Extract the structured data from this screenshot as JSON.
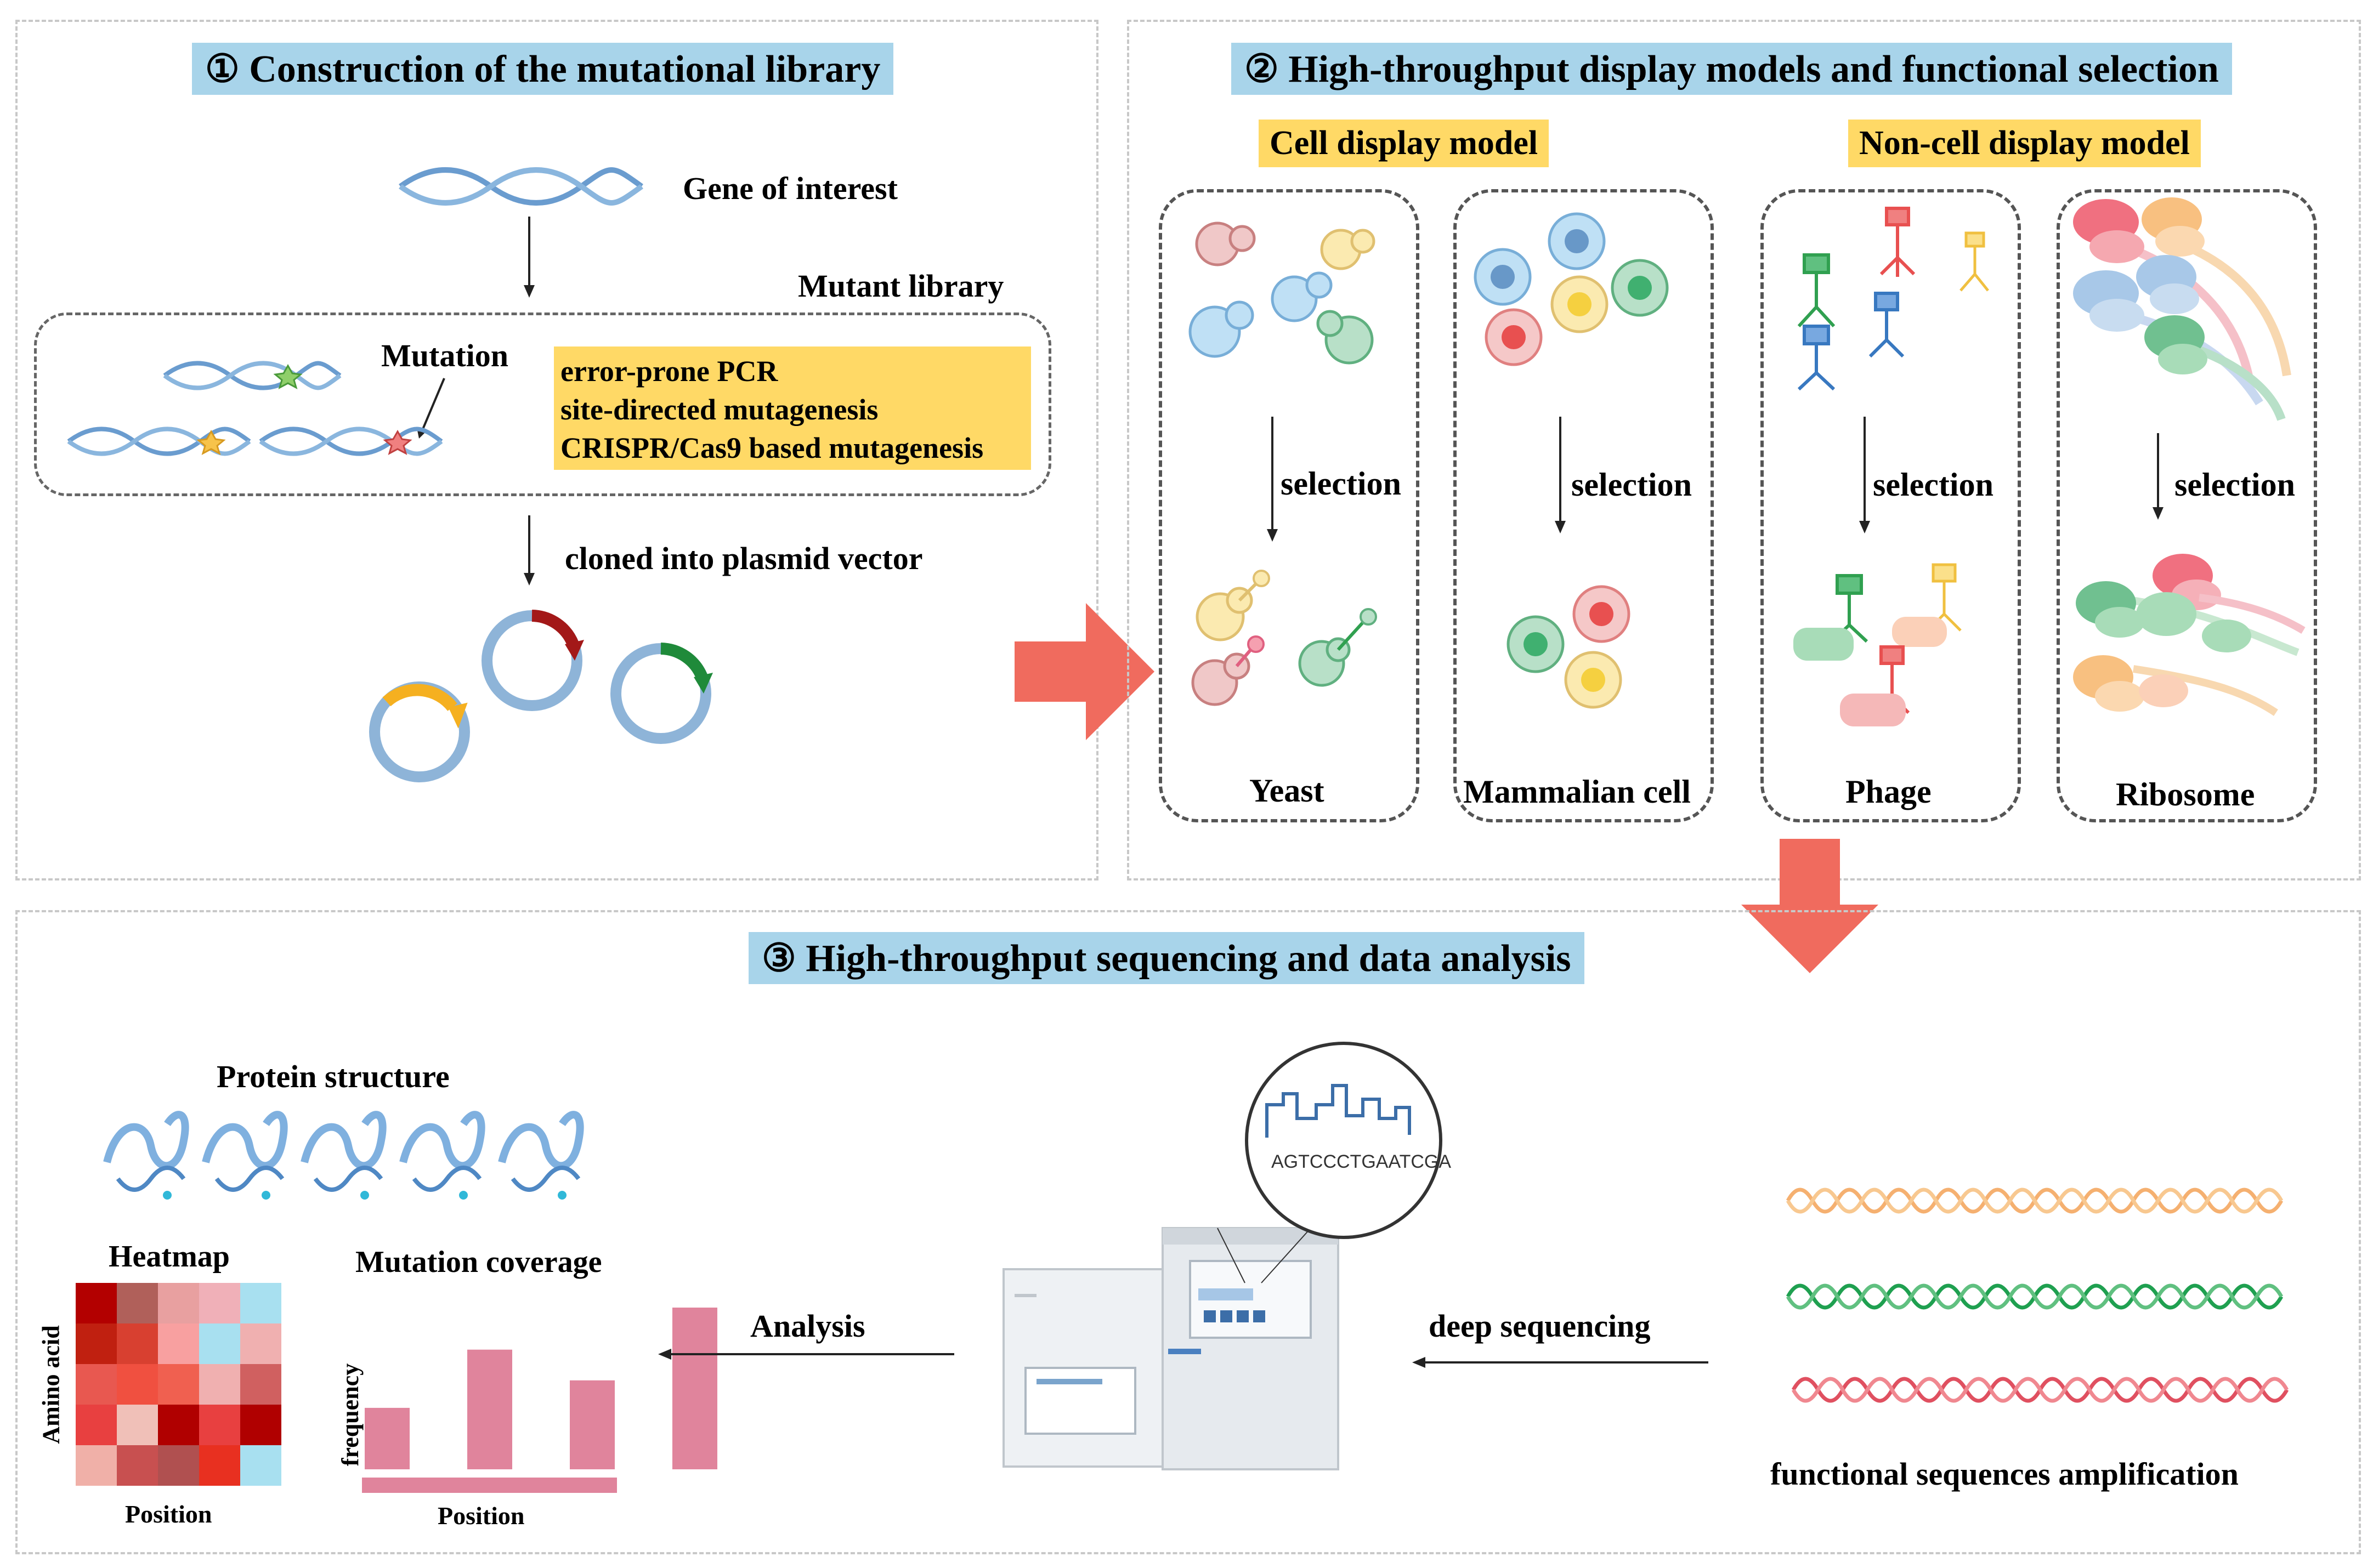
{
  "section1": {
    "title": "① Construction of the mutational library",
    "gene_label": "Gene of interest",
    "library_label": "Mutant library",
    "mutation_label": "Mutation",
    "methods": [
      "error-prone PCR",
      "site-directed mutagenesis",
      "CRISPR/Cas9 based mutagenesis"
    ],
    "cloned_label": "cloned into plasmid vector"
  },
  "section2": {
    "title": "② High-throughput display models and functional selection",
    "cell_header": "Cell display model",
    "noncell_header": "Non-cell display model",
    "models": [
      {
        "name": "Yeast",
        "arrow_label": "selection"
      },
      {
        "name": "Mammalian cell",
        "arrow_label": "selection"
      },
      {
        "name": "Phage",
        "arrow_label": "selection"
      },
      {
        "name": "Ribosome",
        "arrow_label": "selection"
      }
    ]
  },
  "section3": {
    "title": "③ High-throughput sequencing and data analysis",
    "protein_label": "Protein structure",
    "heatmap_label": "Heatmap",
    "heatmap_ylabel": "Amino acid",
    "heatmap_xlabel": "Position",
    "coverage_label": "Mutation coverage",
    "coverage_ylabel": "frequency",
    "coverage_xlabel": "Position",
    "analysis_label": "Analysis",
    "deep_seq_label": "deep sequencing",
    "sequence_text": "AGTCCCTGAATCGA",
    "amplification_label": "functional sequences amplification"
  },
  "colors": {
    "title_bg": "#a8d4ea",
    "highlight_bg": "#ffd966",
    "big_arrow": "#f06b5e",
    "bar": "#e0849c"
  },
  "chart_data": [
    {
      "type": "heatmap",
      "title": "Heatmap",
      "xlabel": "Position",
      "ylabel": "Amino acid",
      "colors": [
        [
          "#b30000",
          "#b0605a",
          "#e8a0a0",
          "#f0b0b8",
          "#a8e0f0"
        ],
        [
          "#c02010",
          "#d84030",
          "#f8a0a0",
          "#a8e0f0",
          "#f0b0b0"
        ],
        [
          "#e85850",
          "#f05040",
          "#f06050",
          "#f0b0b0",
          "#d06060"
        ],
        [
          "#e84040",
          "#f0c0b8",
          "#b00000",
          "#e84040",
          "#b00000"
        ],
        [
          "#f0b0a8",
          "#c85050",
          "#b05050",
          "#e83020",
          "#a8e0f0"
        ]
      ]
    },
    {
      "type": "bar",
      "title": "Mutation coverage",
      "xlabel": "Position",
      "ylabel": "frequency",
      "values": [
        0.38,
        0.74,
        0.55,
        1.0
      ]
    }
  ]
}
